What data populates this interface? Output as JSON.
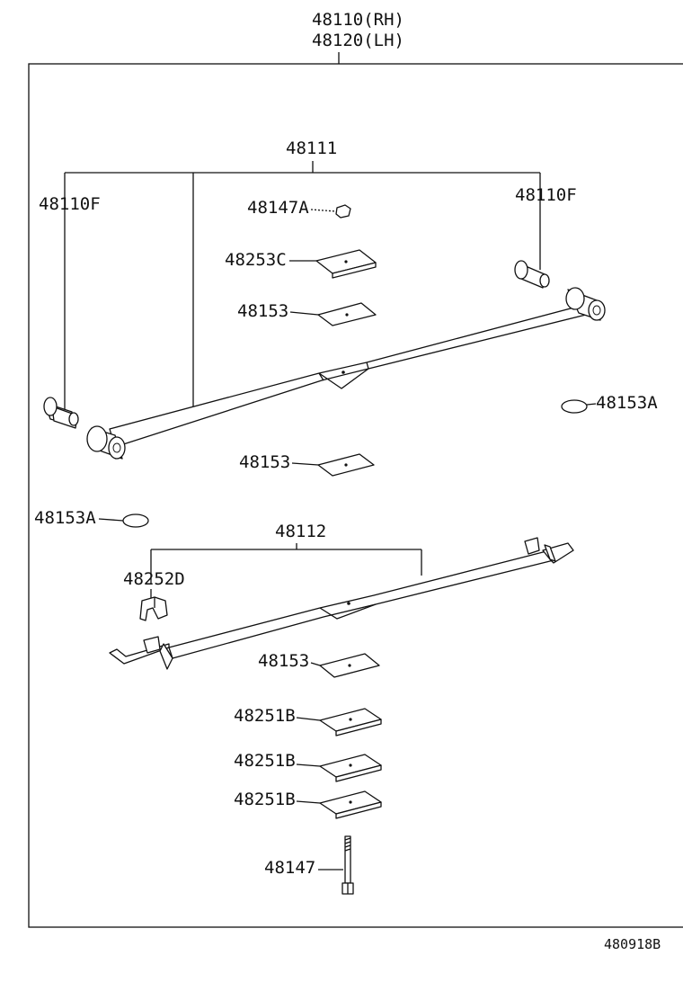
{
  "header": {
    "line1": "48110(RH)",
    "line2": "48120(LH)"
  },
  "labels": {
    "spring_main": "48111",
    "spring_sub": "48112",
    "bushing_left": "48110F",
    "bushing_right": "48110F",
    "nut": "48147A",
    "plate_c": "48253C",
    "insert_top": "48153",
    "insert_mid": "48153",
    "insert_low": "48153",
    "pad_right": "48153A",
    "pad_left": "48153A",
    "clip": "48252D",
    "plate_b1": "48251B",
    "plate_b2": "48251B",
    "plate_b3": "48251B",
    "bolt": "48147"
  },
  "footer": {
    "code": "480918B"
  }
}
